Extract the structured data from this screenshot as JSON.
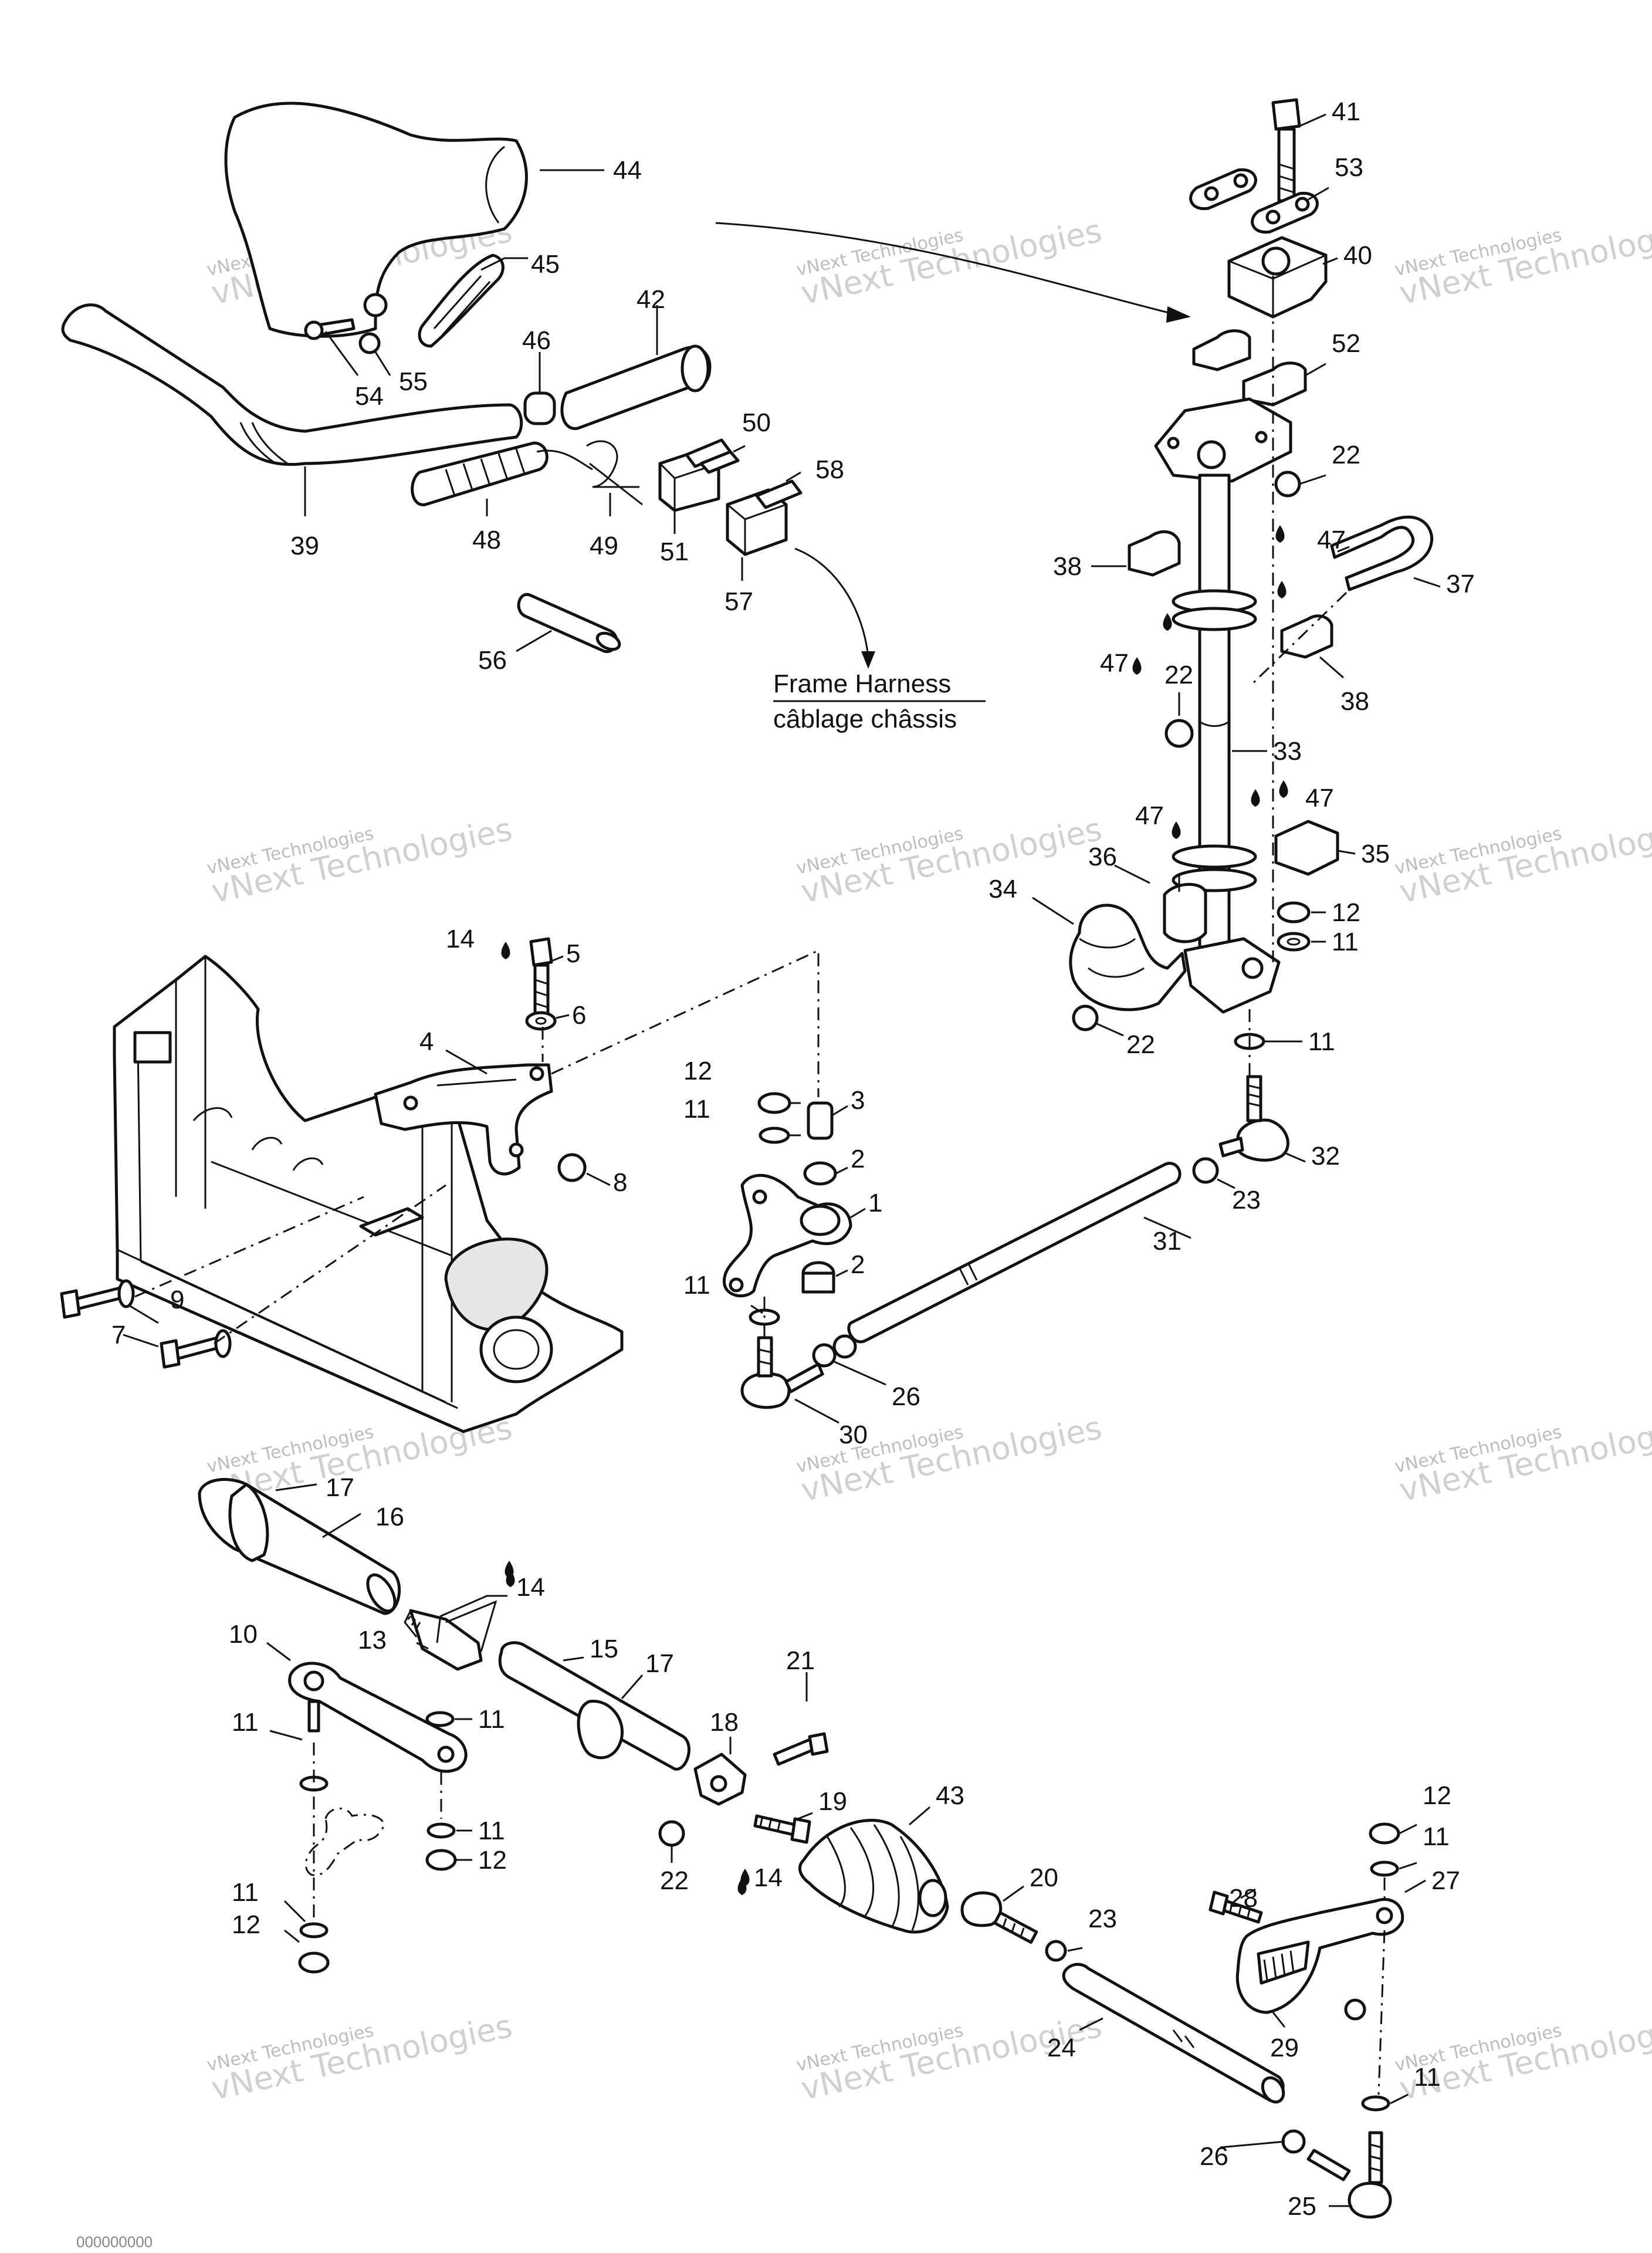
{
  "diagram": {
    "harness_label_en": "Frame Harness",
    "harness_label_fr": "câblage châssis",
    "watermark_line1": "vNext Technologies",
    "watermark_line2": "vNext Technologies",
    "footer_code": "000000000"
  },
  "callouts": [
    {
      "n": "44"
    },
    {
      "n": "45"
    },
    {
      "n": "42"
    },
    {
      "n": "46"
    },
    {
      "n": "54"
    },
    {
      "n": "55"
    },
    {
      "n": "39"
    },
    {
      "n": "48"
    },
    {
      "n": "49"
    },
    {
      "n": "50"
    },
    {
      "n": "51"
    },
    {
      "n": "58"
    },
    {
      "n": "57"
    },
    {
      "n": "56"
    },
    {
      "n": "41"
    },
    {
      "n": "53"
    },
    {
      "n": "40"
    },
    {
      "n": "52"
    },
    {
      "n": "22"
    },
    {
      "n": "47"
    },
    {
      "n": "37"
    },
    {
      "n": "38"
    },
    {
      "n": "47"
    },
    {
      "n": "22"
    },
    {
      "n": "38"
    },
    {
      "n": "33"
    },
    {
      "n": "47"
    },
    {
      "n": "47"
    },
    {
      "n": "35"
    },
    {
      "n": "36"
    },
    {
      "n": "34"
    },
    {
      "n": "12"
    },
    {
      "n": "11"
    },
    {
      "n": "22"
    },
    {
      "n": "11"
    },
    {
      "n": "32"
    },
    {
      "n": "23"
    },
    {
      "n": "31"
    },
    {
      "n": "14"
    },
    {
      "n": "5"
    },
    {
      "n": "6"
    },
    {
      "n": "4"
    },
    {
      "n": "8"
    },
    {
      "n": "12"
    },
    {
      "n": "11"
    },
    {
      "n": "3"
    },
    {
      "n": "2"
    },
    {
      "n": "1"
    },
    {
      "n": "2"
    },
    {
      "n": "11"
    },
    {
      "n": "9"
    },
    {
      "n": "7"
    },
    {
      "n": "26"
    },
    {
      "n": "30"
    },
    {
      "n": "17"
    },
    {
      "n": "16"
    },
    {
      "n": "14"
    },
    {
      "n": "13"
    },
    {
      "n": "15"
    },
    {
      "n": "17"
    },
    {
      "n": "10"
    },
    {
      "n": "11"
    },
    {
      "n": "11"
    },
    {
      "n": "21"
    },
    {
      "n": "18"
    },
    {
      "n": "19"
    },
    {
      "n": "43"
    },
    {
      "n": "22"
    },
    {
      "n": "14"
    },
    {
      "n": "11"
    },
    {
      "n": "12"
    },
    {
      "n": "11"
    },
    {
      "n": "12"
    },
    {
      "n": "20"
    },
    {
      "n": "23"
    },
    {
      "n": "12"
    },
    {
      "n": "11"
    },
    {
      "n": "27"
    },
    {
      "n": "28"
    },
    {
      "n": "29"
    },
    {
      "n": "24"
    },
    {
      "n": "11"
    },
    {
      "n": "26"
    },
    {
      "n": "25"
    }
  ]
}
